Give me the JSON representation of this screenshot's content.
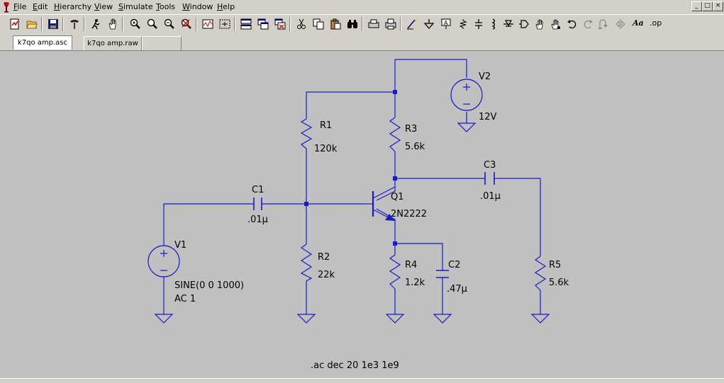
{
  "menu": {
    "items": [
      "File",
      "Edit",
      "Hierarchy",
      "View",
      "Simulate",
      "Tools",
      "Window",
      "Help"
    ],
    "window_controls": [
      "_",
      "□",
      "×"
    ]
  },
  "toolbar": {
    "icons": [
      "new-schematic-icon",
      "open-icon",
      "save-icon",
      "control-panel-icon",
      "run-icon",
      "halt-icon",
      "zoom-in-icon",
      "pan-icon",
      "zoom-out-icon",
      "zoom-cancel-icon",
      "autorange-icon",
      "fit-icon",
      "tile-horizontal-icon",
      "cascade-icon",
      "close-all-icon",
      "cut-icon",
      "copy-icon",
      "paste-icon",
      "find-icon",
      "print-setup-icon",
      "print-icon",
      "wire-icon",
      "ground-icon",
      "label-icon",
      "resistor-icon",
      "capacitor-icon",
      "inductor-icon",
      "diode-icon",
      "component-icon",
      "move-icon",
      "drag-icon",
      "undo-icon",
      "redo-icon",
      "rotate-icon",
      "mirror-icon",
      "text-icon",
      "spice-directive-icon"
    ],
    "text_label": "Aa",
    "op_label": ".op"
  },
  "tabs": [
    {
      "label": "k7qo amp.asc",
      "active": true
    },
    {
      "label": "k7qo amp.raw",
      "active": false
    }
  ],
  "schematic": {
    "wire_color": "#1a1acc",
    "components": {
      "R1": {
        "name": "R1",
        "value": "120k"
      },
      "R2": {
        "name": "R2",
        "value": "22k"
      },
      "R3": {
        "name": "R3",
        "value": "5.6k"
      },
      "R4": {
        "name": "R4",
        "value": "1.2k"
      },
      "R5": {
        "name": "R5",
        "value": "5.6k"
      },
      "C1": {
        "name": "C1",
        "value": ".01µ"
      },
      "C2": {
        "name": "C2",
        "value": ".47µ"
      },
      "C3": {
        "name": "C3",
        "value": ".01µ"
      },
      "Q1": {
        "name": "Q1",
        "value": "2N2222"
      },
      "V1": {
        "name": "V1",
        "value": "SINE(0 0 1000)",
        "value2": "AC 1"
      },
      "V2": {
        "name": "V2",
        "value": "12V"
      }
    },
    "directive": ".ac dec 20 1e3 1e9"
  }
}
